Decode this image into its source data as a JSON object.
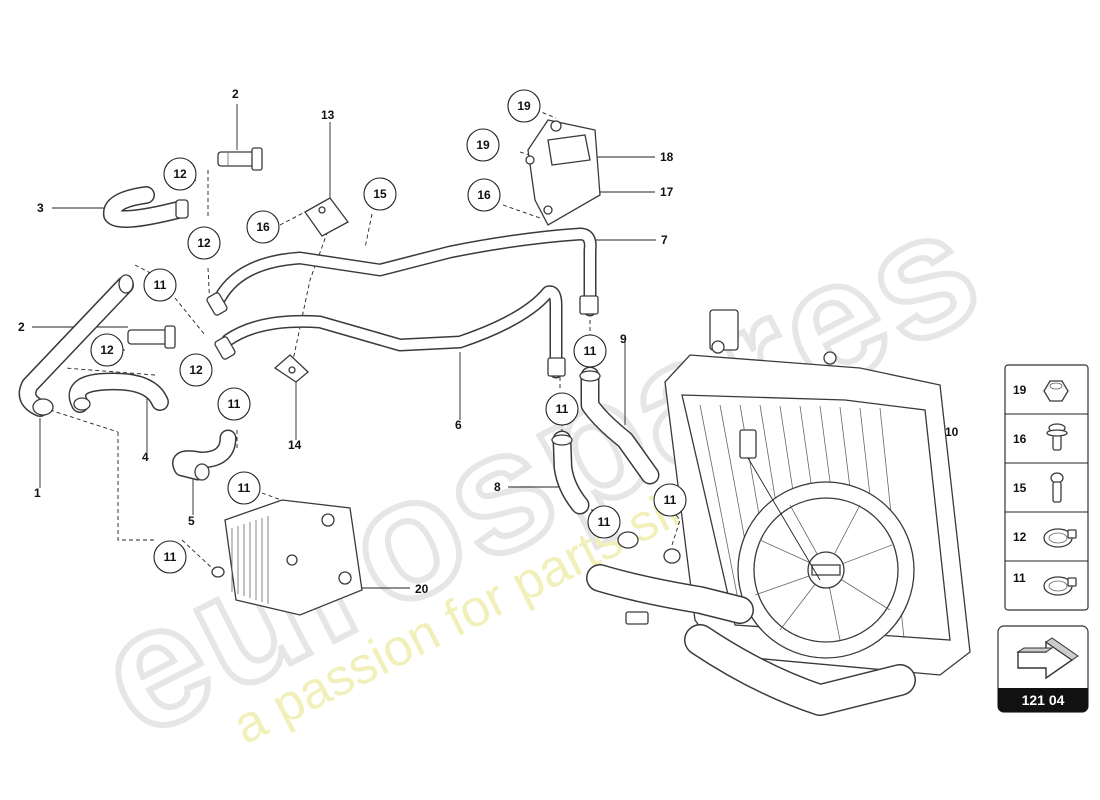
{
  "watermark": {
    "brand": "eurospares",
    "tagline": "a passion for parts since 1985"
  },
  "labels": {
    "l1": "1",
    "l2a": "2",
    "l2b": "2",
    "l3": "3",
    "l4": "4",
    "l5": "5",
    "l6": "6",
    "l7": "7",
    "l8": "8",
    "l9": "9",
    "l10": "10",
    "l13": "13",
    "l14": "14",
    "l17": "17",
    "l18": "18",
    "l20": "20"
  },
  "callouts": {
    "c12a": "12",
    "c12b": "12",
    "c12c": "12",
    "c12d": "12",
    "c11a": "11",
    "c11b": "11",
    "c11c": "11",
    "c11d": "11",
    "c11e": "11",
    "c11f": "11",
    "c11g": "11",
    "c11h": "11",
    "c16a": "16",
    "c16b": "16",
    "c15": "15",
    "c19a": "19",
    "c19b": "19"
  },
  "legend": {
    "items": [
      {
        "num": "19",
        "icon": "nut-icon"
      },
      {
        "num": "16",
        "icon": "screw-flange-icon"
      },
      {
        "num": "15",
        "icon": "screw-icon"
      },
      {
        "num": "12",
        "icon": "hose-clamp-icon"
      },
      {
        "num": "11",
        "icon": "hose-clamp-icon"
      }
    ]
  },
  "page_ref": {
    "number": "121 04",
    "icon": "arrow-icon"
  }
}
